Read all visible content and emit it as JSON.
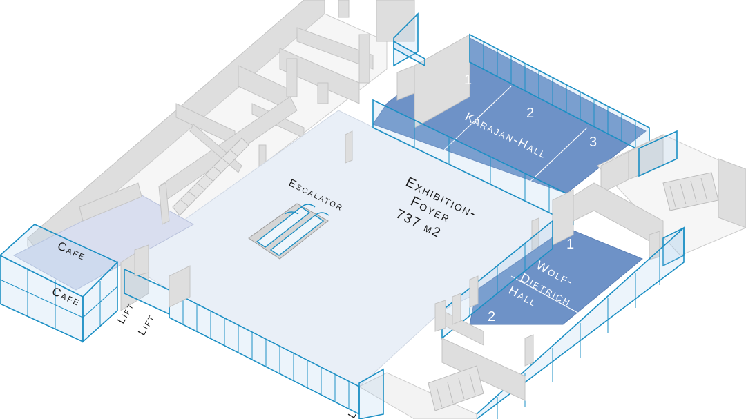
{
  "map": {
    "colors": {
      "floor": "#e9eff7",
      "hall": "#6e92c7",
      "cafe": "#d9deef",
      "wall": "#dedede",
      "glass": "#1b8fc4"
    },
    "labels": {
      "cafe_upper": "Cafe",
      "cafe_lower": "Cafe",
      "lift_1": "Lift",
      "lift_2": "Lift",
      "escalator": "Escalator",
      "foyer_line1": "Exhibition-",
      "foyer_line2": "Foyer",
      "foyer_area": "737 m2",
      "karajan": "Karajan-Hall",
      "karajan_1": "1",
      "karajan_2": "2",
      "karajan_3": "3",
      "wolf_line1": "Wolf-",
      "wolf_line2": "Dietrich",
      "wolf_line3": "Hall",
      "wolf_1": "1",
      "wolf_2": "2",
      "cut_text": "L"
    }
  }
}
